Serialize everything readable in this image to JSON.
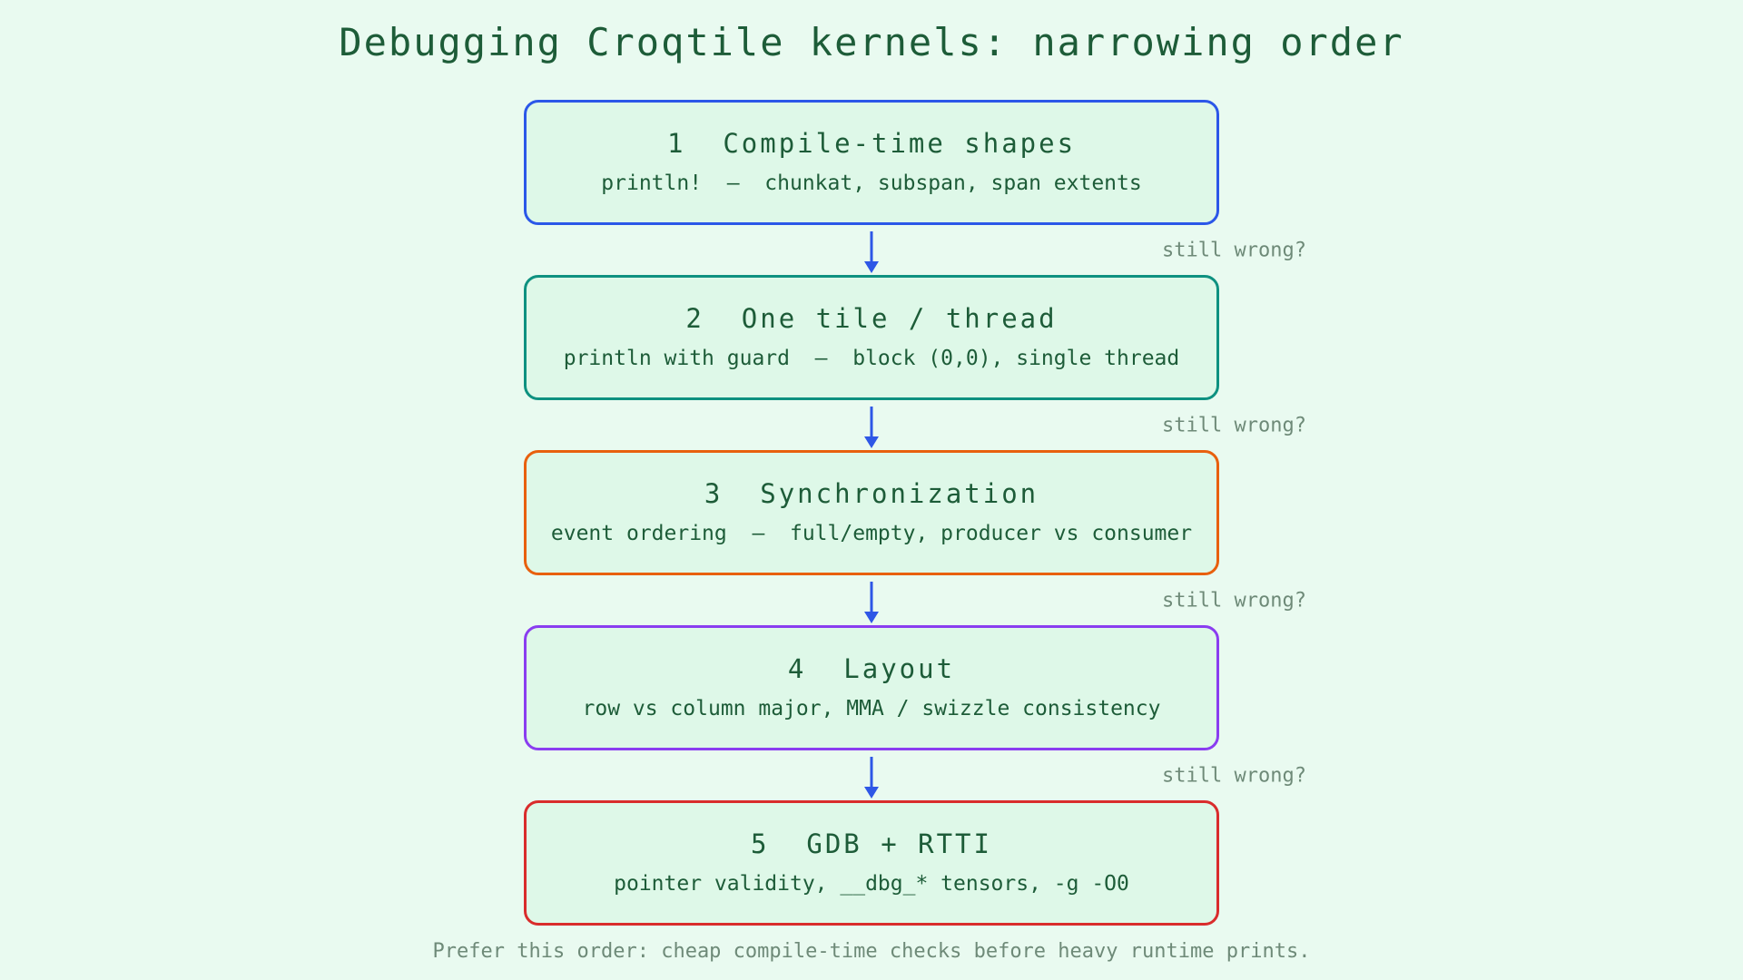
{
  "title": "Debugging Croqtile kernels: narrowing order",
  "labels": {
    "still_wrong": "still wrong?"
  },
  "footer_note": "Prefer this order: cheap compile-time checks before heavy runtime prints.",
  "colors": {
    "background": "#e9faf0",
    "box_fill": "#def8e8",
    "heading_text": "#1d5c38",
    "muted_text": "#6e8a78",
    "arrow_blue": "#2e57e6"
  },
  "steps": [
    {
      "heading": "1  Compile-time shapes",
      "detail": "println!  —  chunkat, subspan, span extents",
      "border_color": "#2b57e8"
    },
    {
      "heading": "2  One tile / thread",
      "detail": "println with guard  —  block (0,0), single thread",
      "border_color": "#0e9180"
    },
    {
      "heading": "3  Synchronization",
      "detail": "event ordering  —  full/empty, producer vs consumer",
      "border_color": "#e8600e"
    },
    {
      "heading": "4  Layout",
      "detail": "row vs column major, MMA / swizzle consistency",
      "border_color": "#8a3df0"
    },
    {
      "heading": "5  GDB + RTTI",
      "detail": "pointer validity, __dbg_* tensors, -g -O0",
      "border_color": "#d92c2c"
    }
  ]
}
